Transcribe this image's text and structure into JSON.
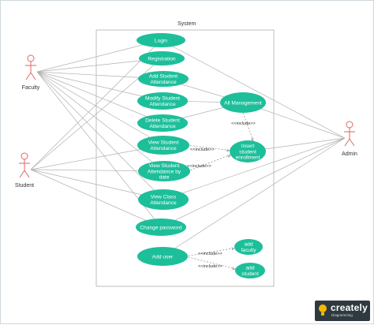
{
  "diagram": {
    "system_label": "System",
    "colors": {
      "usecase_fill": "#1dbf9a",
      "line": "#b0b0b0",
      "actor": "#e06666",
      "boundary": "#b0b0b0"
    },
    "actors": [
      {
        "id": "faculty",
        "label": "Faculty"
      },
      {
        "id": "student",
        "label": "Student"
      },
      {
        "id": "admin",
        "label": "Admin"
      }
    ],
    "use_cases": [
      {
        "id": "login",
        "lines": [
          "Login"
        ]
      },
      {
        "id": "registration",
        "lines": [
          "Registration"
        ]
      },
      {
        "id": "add_attendance",
        "lines": [
          "Add Student",
          "Attendance"
        ]
      },
      {
        "id": "modify_attendance",
        "lines": [
          "Modify Student",
          "Attendance"
        ]
      },
      {
        "id": "delete_attendance",
        "lines": [
          "Delete Student",
          "Attendance"
        ]
      },
      {
        "id": "view_attendance",
        "lines": [
          "View Student",
          "Attendance"
        ]
      },
      {
        "id": "view_attendance_date",
        "lines": [
          "View Student",
          "Attendance by",
          "date"
        ]
      },
      {
        "id": "view_class",
        "lines": [
          "View Class",
          "Attendance"
        ]
      },
      {
        "id": "change_password",
        "lines": [
          "Change password"
        ]
      },
      {
        "id": "add_user",
        "lines": [
          "Add user"
        ]
      },
      {
        "id": "all_management",
        "lines": [
          "All Management"
        ]
      },
      {
        "id": "insert_enrollment",
        "lines": [
          "Insert",
          "student",
          "enrollment"
        ]
      },
      {
        "id": "add_faculty",
        "lines": [
          "add",
          "faculty"
        ]
      },
      {
        "id": "add_student",
        "lines": [
          "add",
          "student"
        ]
      }
    ],
    "include_label": "<<include>>"
  },
  "brand": {
    "name": "creately",
    "tagline": "Diagramming"
  }
}
